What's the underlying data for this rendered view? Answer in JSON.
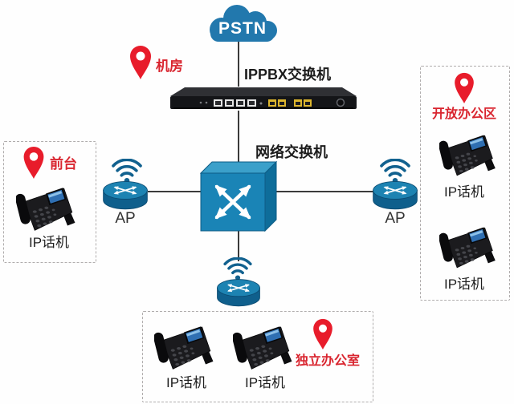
{
  "colors": {
    "cloud_blue": "#2278ad",
    "switch_front": "#1a84b6",
    "switch_top": "#3ba0ca",
    "switch_side": "#0e6d9a",
    "ap_top": "#1d83b2",
    "ap_body": "#0f5f8c",
    "wifi_blue": "#11618f",
    "pin_red": "#e81c2b",
    "label_red": "#d9252f",
    "text_dark": "#1f1f1f",
    "line_gray": "#3b3b3b",
    "rack_black": "#141518",
    "port_yellow": "#dcb52e"
  },
  "nodes": {
    "pstn_cloud": {
      "label": "PSTN"
    },
    "ippbx": {
      "label": "IPPBX交换机"
    },
    "core_switch": {
      "label": "网络交换机"
    },
    "ap_left": {
      "label": "AP"
    },
    "ap_right": {
      "label": "AP"
    }
  },
  "zones": {
    "server_room": {
      "label": "机房"
    },
    "front_desk": {
      "label": "前台",
      "phones": [
        {
          "label": "IP话机"
        }
      ]
    },
    "open_office": {
      "label": "开放办公区",
      "phones": [
        {
          "label": "IP话机"
        },
        {
          "label": "IP话机"
        }
      ]
    },
    "private_office": {
      "label": "独立办公室",
      "phones": [
        {
          "label": "IP话机"
        },
        {
          "label": "IP话机"
        }
      ]
    }
  }
}
